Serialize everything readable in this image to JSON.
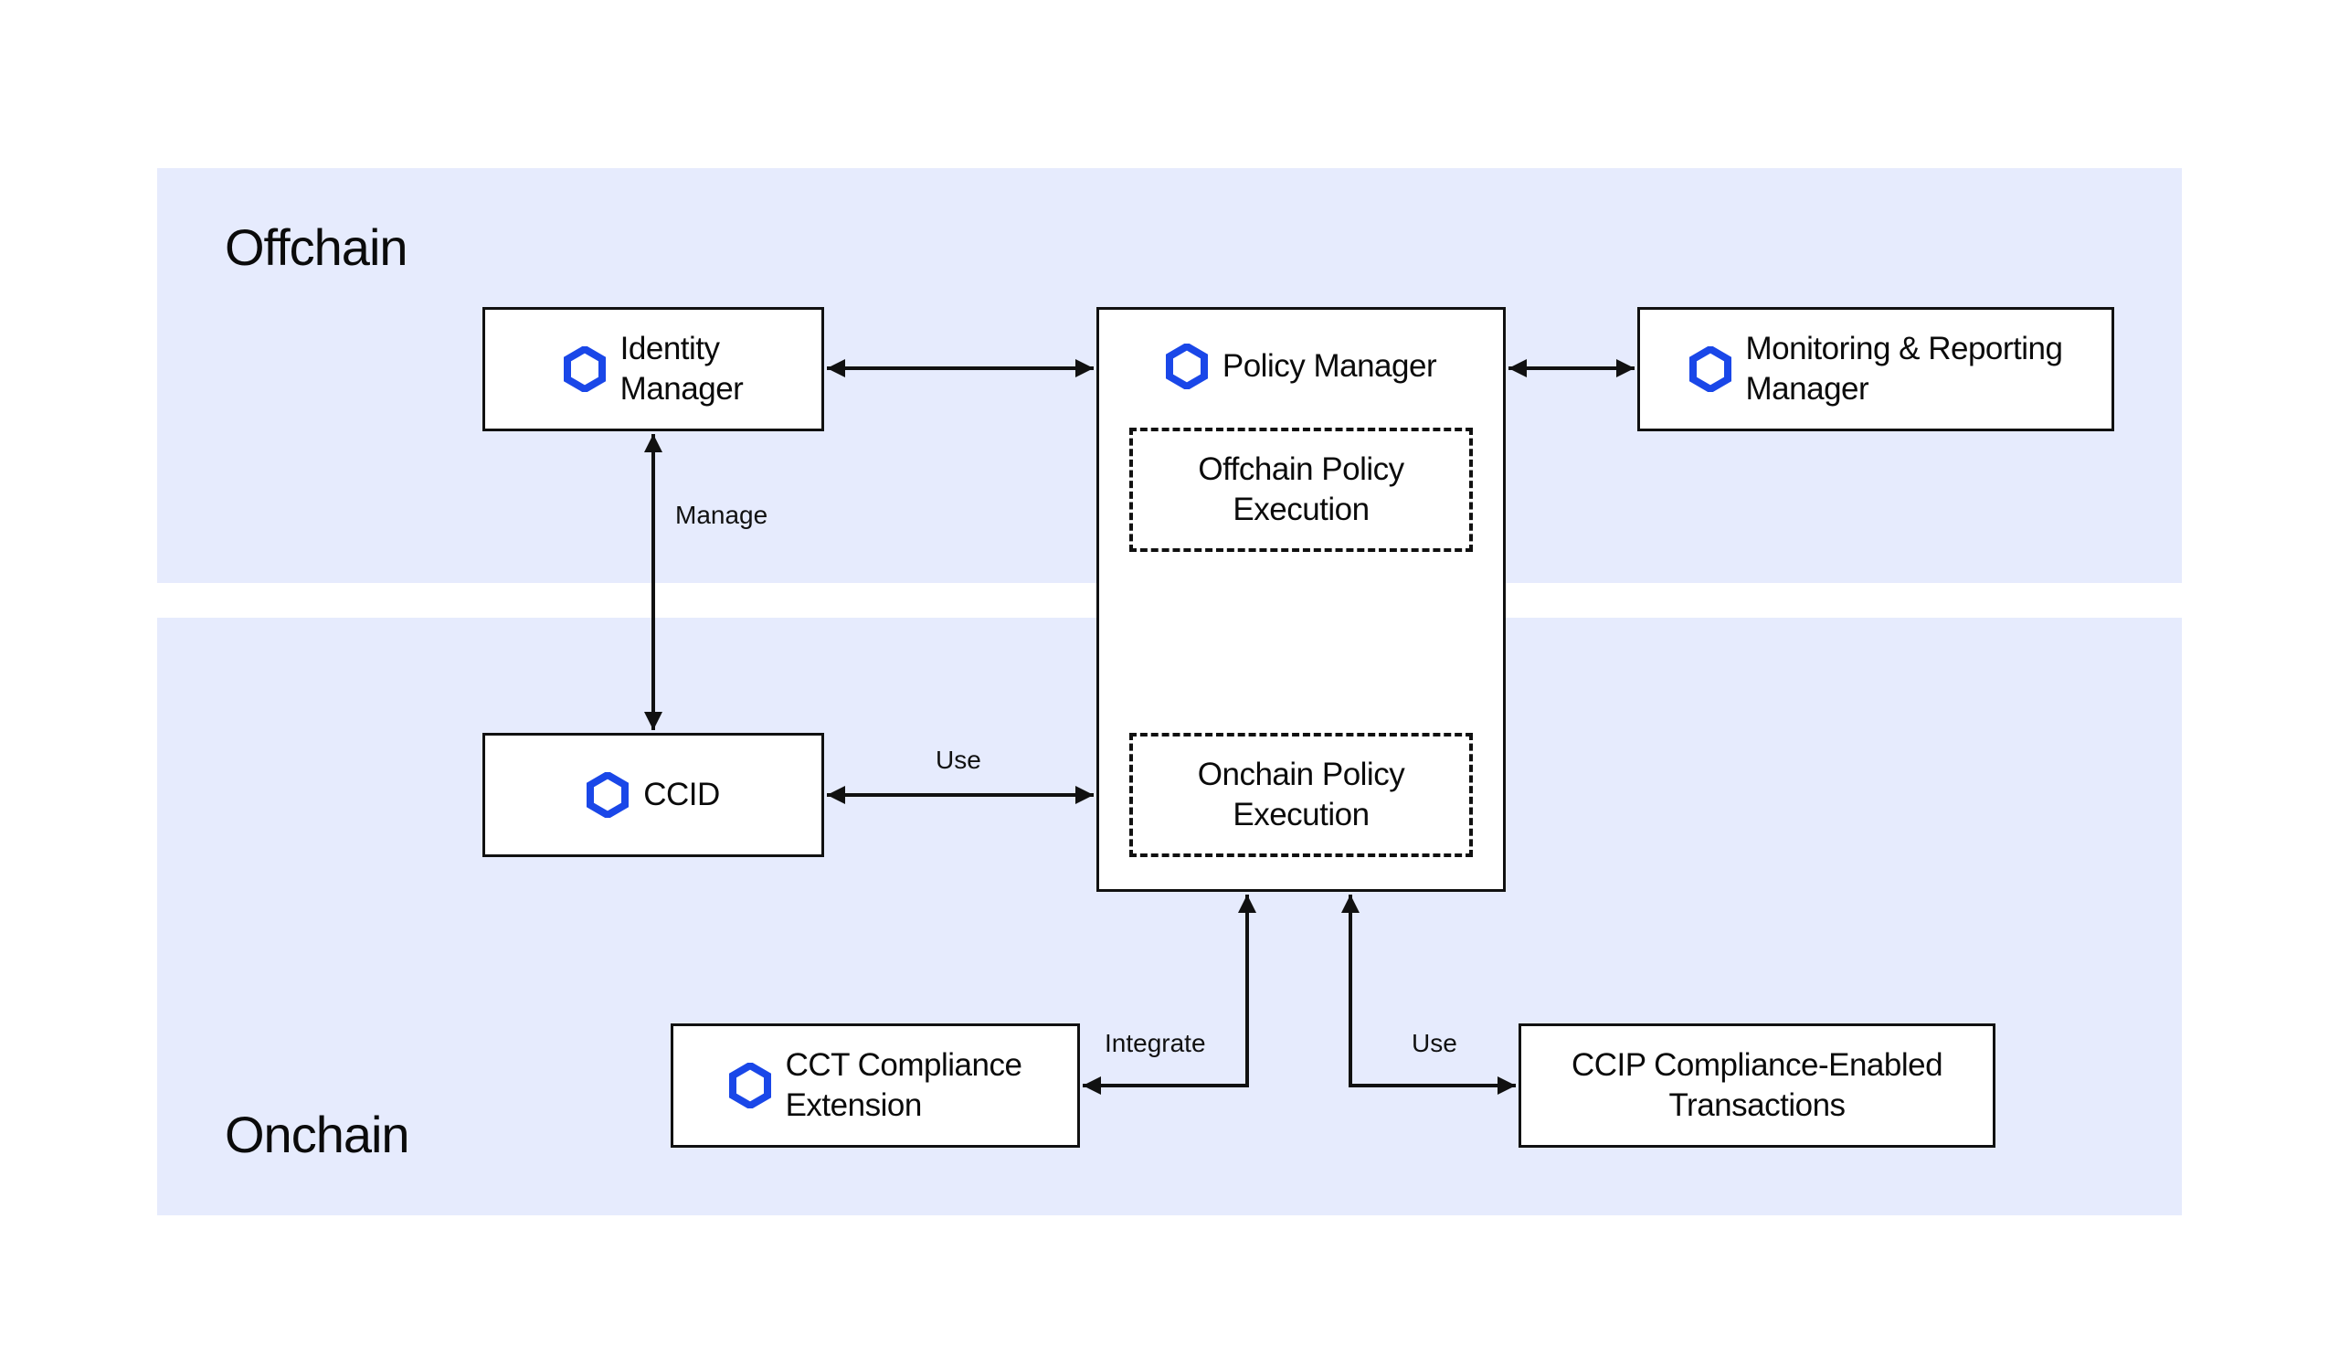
{
  "zones": {
    "offchain_title": "Offchain",
    "onchain_title": "Onchain"
  },
  "nodes": {
    "identity_manager": "Identity\nManager",
    "policy_manager": "Policy Manager",
    "offchain_policy_execution": "Offchain Policy\nExecution",
    "onchain_policy_execution": "Onchain Policy\nExecution",
    "monitoring_reporting_manager": "Monitoring & Reporting\nManager",
    "ccid": "CCID",
    "cct_compliance_extension": "CCT Compliance\nExtension",
    "ccip_compliance_transactions": "CCIP Compliance-Enabled\nTransactions"
  },
  "edges": {
    "manage": "Manage",
    "use_ccid": "Use",
    "integrate": "Integrate",
    "use_ccip": "Use"
  },
  "colors": {
    "zone_background": "#e6ebfd",
    "icon_blue": "#1a47e8",
    "line": "#111111"
  },
  "icons": {
    "node_icon": "chainlink-hexagon-icon"
  }
}
